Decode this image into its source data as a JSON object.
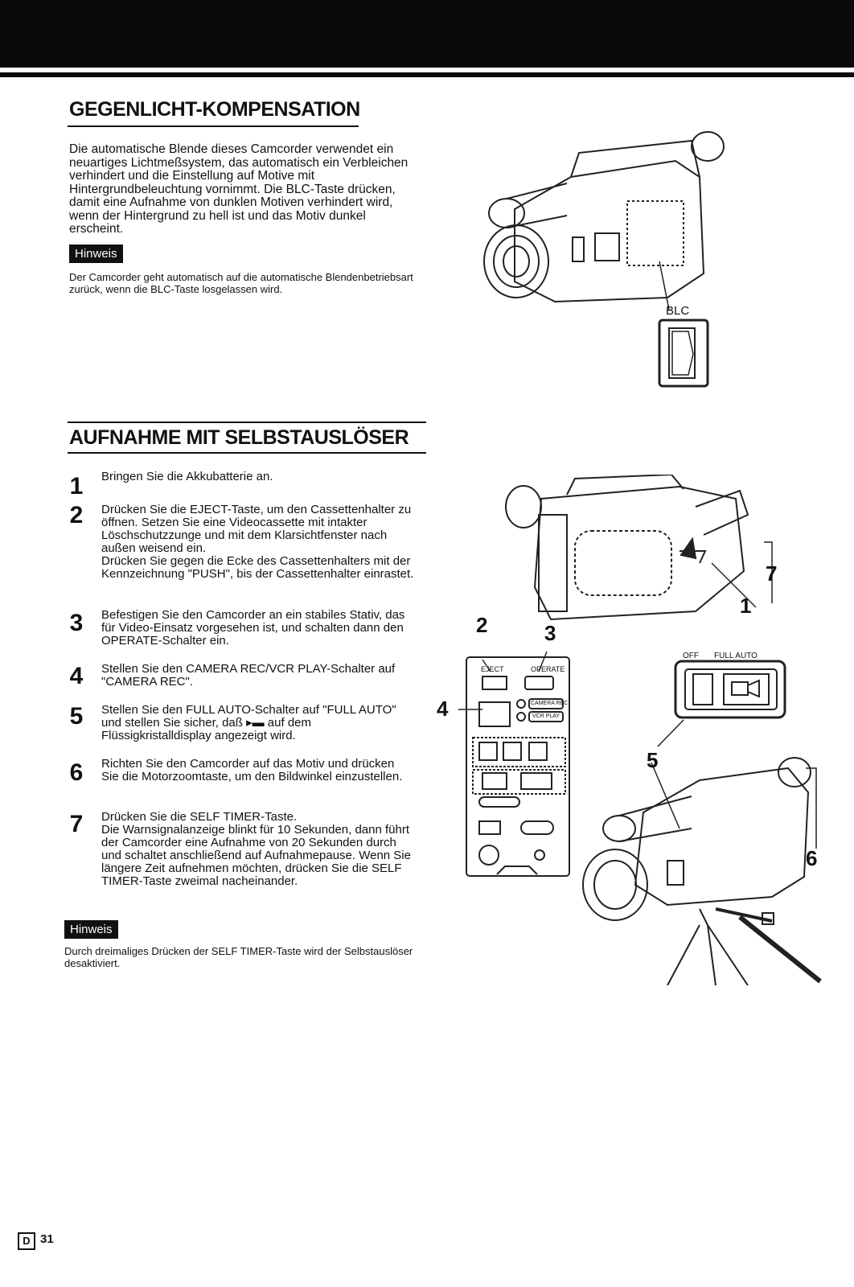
{
  "section1": {
    "title": "GEGENLICHT-KOMPENSATION",
    "body": "Die automatische Blende dieses Camcorder verwendet ein neuartiges Lichtmeßsystem, das automatisch ein Verbleichen verhindert und die Einstellung auf Motive mit Hintergrundbeleuchtung vornimmt. Die BLC-Taste drücken, damit eine Aufnahme von dunklen Motiven verhindert wird, wenn der Hintergrund zu hell ist und das Motiv dunkel erscheint.",
    "hinweis_label": "Hinweis",
    "note": "Der Camcorder geht automatisch auf die automatische Blendenbetriebsart zurück, wenn die BLC-Taste losgelassen wird.",
    "figure_label": "BLC"
  },
  "section2": {
    "title": "AUFNAHME MIT SELBSTAUSLÖSER",
    "steps": [
      {
        "num": "1",
        "text": "Bringen Sie die Akkubatterie an."
      },
      {
        "num": "2",
        "text": "Drücken Sie die EJECT-Taste, um den Cassettenhalter zu öffnen. Setzen Sie eine Videocassette mit intakter Löschschutzzunge und mit dem Klarsichtfenster nach außen weisend ein.\nDrücken Sie gegen die Ecke des Cassettenhalters mit der Kennzeichnung \"PUSH\", bis der Cassettenhalter einrastet."
      },
      {
        "num": "3",
        "text": "Befestigen Sie den Camcorder an ein stabiles Stativ, das für Video-Einsatz vorgesehen ist, und schalten dann den OPERATE-Schalter ein."
      },
      {
        "num": "4",
        "text": "Stellen Sie den CAMERA REC/VCR PLAY-Schalter auf \"CAMERA REC\"."
      },
      {
        "num": "5",
        "text": "Stellen Sie den FULL AUTO-Schalter auf \"FULL AUTO\" und stellen Sie sicher, daß ▸▬ auf dem Flüssigkristalldisplay angezeigt wird."
      },
      {
        "num": "6",
        "text": "Richten Sie den Camcorder auf das Motiv und drücken Sie die Motorzoomtaste, um den Bildwinkel einzustellen."
      },
      {
        "num": "7",
        "text": "Drücken Sie die SELF TIMER-Taste.\nDie Warnsignalanzeige blinkt für 10 Sekunden, dann führt der Camcorder eine Aufnahme von 20 Sekunden durch und schaltet anschließend auf Aufnahmepause. Wenn Sie längere Zeit aufnehmen möchten, drücken Sie die SELF TIMER-Taste zweimal nacheinander."
      }
    ],
    "hinweis_label": "Hinweis",
    "note": "Durch dreimaliges Drücken der SELF TIMER-Taste wird der Selbstauslöser desaktiviert.",
    "callouts": [
      "7",
      "1",
      "2",
      "3",
      "4",
      "5",
      "6"
    ],
    "switch_labels": {
      "off": "OFF",
      "full_auto": "FULL AUTO",
      "eject": "EJECT",
      "operate": "OPERATE",
      "camera_rec": "CAMERA REC",
      "vcr_play": "VCR PLAY"
    }
  },
  "footer": {
    "lang": "D",
    "page": "31"
  }
}
